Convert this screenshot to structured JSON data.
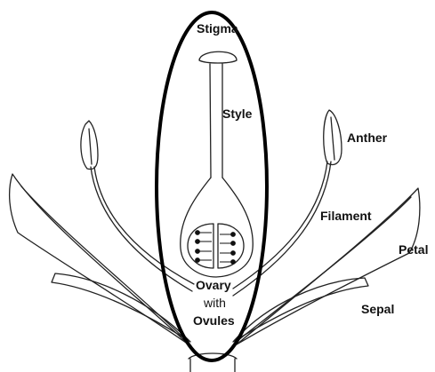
{
  "labels": {
    "stigma": "Stigma",
    "style": "Style",
    "anther": "Anther",
    "filament": "Filament",
    "petal": "Petal",
    "sepal": "Sepal",
    "ovary": "Ovary",
    "with": "with",
    "ovules": "Ovules"
  },
  "colors": {
    "ink": "#111111",
    "background": "#ffffff",
    "outline": "#000000"
  }
}
